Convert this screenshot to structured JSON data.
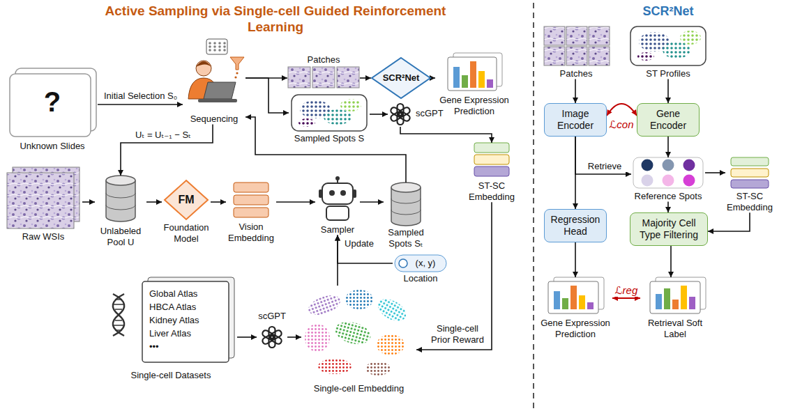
{
  "diagram": {
    "title": "Active Sampling via Single-cell Guided Reinforcement Learning",
    "nodes": [
      {
        "text": [
          "?",
          "Unknown Slides"
        ]
      },
      {
        "text": [
          "Sequencing"
        ]
      },
      {
        "text": [
          "Patches"
        ]
      },
      {
        "text": [
          "SCR²Net"
        ]
      },
      {
        "text": [
          "Gene Expression Prediction"
        ]
      },
      {
        "text": [
          "Sampled Spots S"
        ]
      },
      {
        "text": [
          "scGPT"
        ]
      },
      {
        "text": [
          "ST-SC Embedding"
        ]
      },
      {
        "text": [
          "Raw WSIs"
        ]
      },
      {
        "text": [
          "Unlabeled Pool U"
        ]
      },
      {
        "text": [
          "FM",
          "Foundation Model"
        ]
      },
      {
        "text": [
          "Vision Embedding"
        ]
      },
      {
        "text": [
          "Sampler"
        ]
      },
      {
        "text": [
          "Sampled Spots Sₜ"
        ]
      },
      {
        "text": [
          "(x, y)",
          "Location"
        ]
      },
      {
        "text": [
          "Global Atlas",
          "HBCA Atlas",
          "Kidney Atlas",
          "Liver Atlas",
          "•••",
          "Single-cell Datasets"
        ]
      },
      {
        "text": [
          "scGPT"
        ]
      },
      {
        "text": [
          "Single-cell Embedding"
        ]
      },
      {
        "text": [
          "Patches"
        ]
      },
      {
        "text": [
          "ST Profiles"
        ]
      },
      {
        "text": [
          "Image Encoder"
        ]
      },
      {
        "text": [
          "Gene Encoder"
        ]
      },
      {
        "text": [
          "Reference Spots"
        ]
      },
      {
        "text": [
          "ST-SC Embedding"
        ]
      },
      {
        "text": [
          "Regression Head"
        ]
      },
      {
        "text": [
          "Majority Cell Type Filtering"
        ]
      },
      {
        "text": [
          "Gene Expression Prediction"
        ]
      },
      {
        "text": [
          "Retrieval Soft Label"
        ]
      }
    ],
    "edges": [
      {
        "from": 0,
        "to": 1,
        "label": "Initial Selection S₀",
        "arrow": "to"
      },
      {
        "from": 1,
        "to": 2,
        "arrow": "to"
      },
      {
        "from": 1,
        "to": 5,
        "arrow": "to"
      },
      {
        "from": 2,
        "to": 3,
        "arrow": "to"
      },
      {
        "from": 3,
        "to": 4,
        "arrow": "to"
      },
      {
        "from": 5,
        "to": 6,
        "arrow": "to"
      },
      {
        "from": 6,
        "to": 7,
        "arrow": "to"
      },
      {
        "from": 1,
        "to": 9,
        "label": "Uₜ = Uₜ₋₁ − Sₜ",
        "arrow": "to"
      },
      {
        "from": 8,
        "to": 9,
        "arrow": "to"
      },
      {
        "from": 9,
        "to": 10,
        "arrow": "to"
      },
      {
        "from": 10,
        "to": 11,
        "arrow": "to"
      },
      {
        "from": 11,
        "to": 12,
        "arrow": "to"
      },
      {
        "from": 12,
        "to": 13,
        "arrow": "to"
      },
      {
        "from": 13,
        "to": 1,
        "arrow": "to"
      },
      {
        "from": 7,
        "to": 17,
        "label": "Single-cell Prior Reward",
        "arrow": "to"
      },
      {
        "from": 17,
        "to": 12,
        "label": "Update",
        "arrow": "to"
      },
      {
        "from": 14,
        "to": 12,
        "arrow": "to"
      },
      {
        "from": 15,
        "to": 16,
        "arrow": "to"
      },
      {
        "from": 16,
        "to": 17,
        "arrow": "to"
      },
      {
        "from": 18,
        "to": 20,
        "arrow": "to"
      },
      {
        "from": 19,
        "to": 21,
        "arrow": "to"
      },
      {
        "from": 20,
        "to": 21,
        "label": "ℒcon",
        "arrow": "both"
      },
      {
        "from": 20,
        "to": 22,
        "label": "Retrieve",
        "arrow": "to"
      },
      {
        "from": 21,
        "to": 22,
        "arrow": "to"
      },
      {
        "from": 22,
        "to": 23,
        "arrow": "to"
      },
      {
        "from": 20,
        "to": 24,
        "arrow": "to"
      },
      {
        "from": 22,
        "to": 25,
        "arrow": "to"
      },
      {
        "from": 23,
        "to": 25,
        "arrow": "to"
      },
      {
        "from": 24,
        "to": 26,
        "arrow": "to"
      },
      {
        "from": 25,
        "to": 27,
        "arrow": "to"
      },
      {
        "from": 26,
        "to": 27,
        "label": "ℒreg",
        "arrow": "both"
      }
    ],
    "labels": [
      "SCR²Net"
    ]
  }
}
